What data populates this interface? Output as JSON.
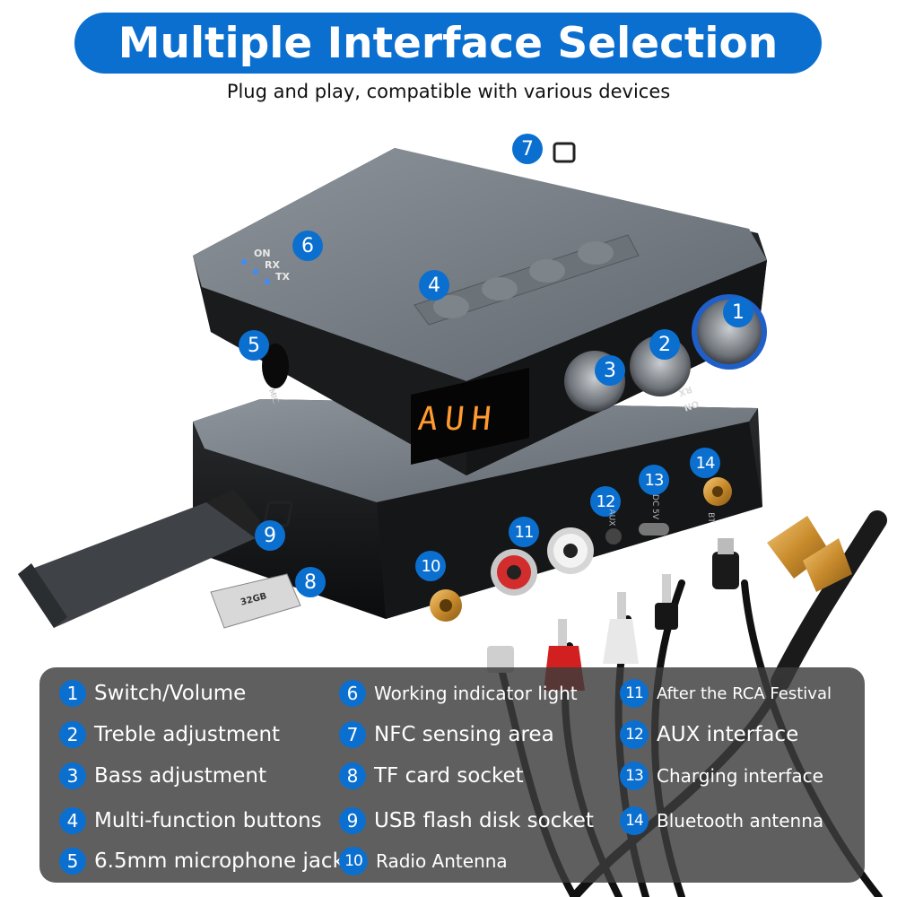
{
  "header": {
    "title": "Multiple Interface Selection",
    "subtitle": "Plug and play, compatible with various devices"
  },
  "device": {
    "display_text": "AUH",
    "indicator_labels": [
      "ON",
      "RX",
      "TX"
    ],
    "lower_labels": [
      "AUX",
      "DC 5V",
      "BT",
      "MIC",
      "RX",
      "ON"
    ],
    "sd_card_label": "32GB"
  },
  "callouts": [
    "1",
    "2",
    "3",
    "4",
    "5",
    "6",
    "7",
    "8",
    "9",
    "10",
    "11",
    "12",
    "13",
    "14"
  ],
  "legend": {
    "items": [
      {
        "num": "1",
        "label": "Switch/Volume"
      },
      {
        "num": "2",
        "label": "Treble adjustment"
      },
      {
        "num": "3",
        "label": "Bass adjustment"
      },
      {
        "num": "4",
        "label": "Multi-function buttons"
      },
      {
        "num": "5",
        "label": "6.5mm microphone jack"
      },
      {
        "num": "6",
        "label": "Working indicator light"
      },
      {
        "num": "7",
        "label": "NFC sensing area"
      },
      {
        "num": "8",
        "label": "TF card socket"
      },
      {
        "num": "9",
        "label": "USB flash disk socket"
      },
      {
        "num": "10",
        "label": "Radio Antenna"
      },
      {
        "num": "11",
        "label": "After the RCA Festival"
      },
      {
        "num": "12",
        "label": "AUX interface"
      },
      {
        "num": "13",
        "label": "Charging interface"
      },
      {
        "num": "14",
        "label": "Bluetooth antenna"
      }
    ]
  },
  "colors": {
    "accent": "#0b6fd0",
    "lcd": "#ff9b2e",
    "legend_bg": "#3c3c3c"
  }
}
